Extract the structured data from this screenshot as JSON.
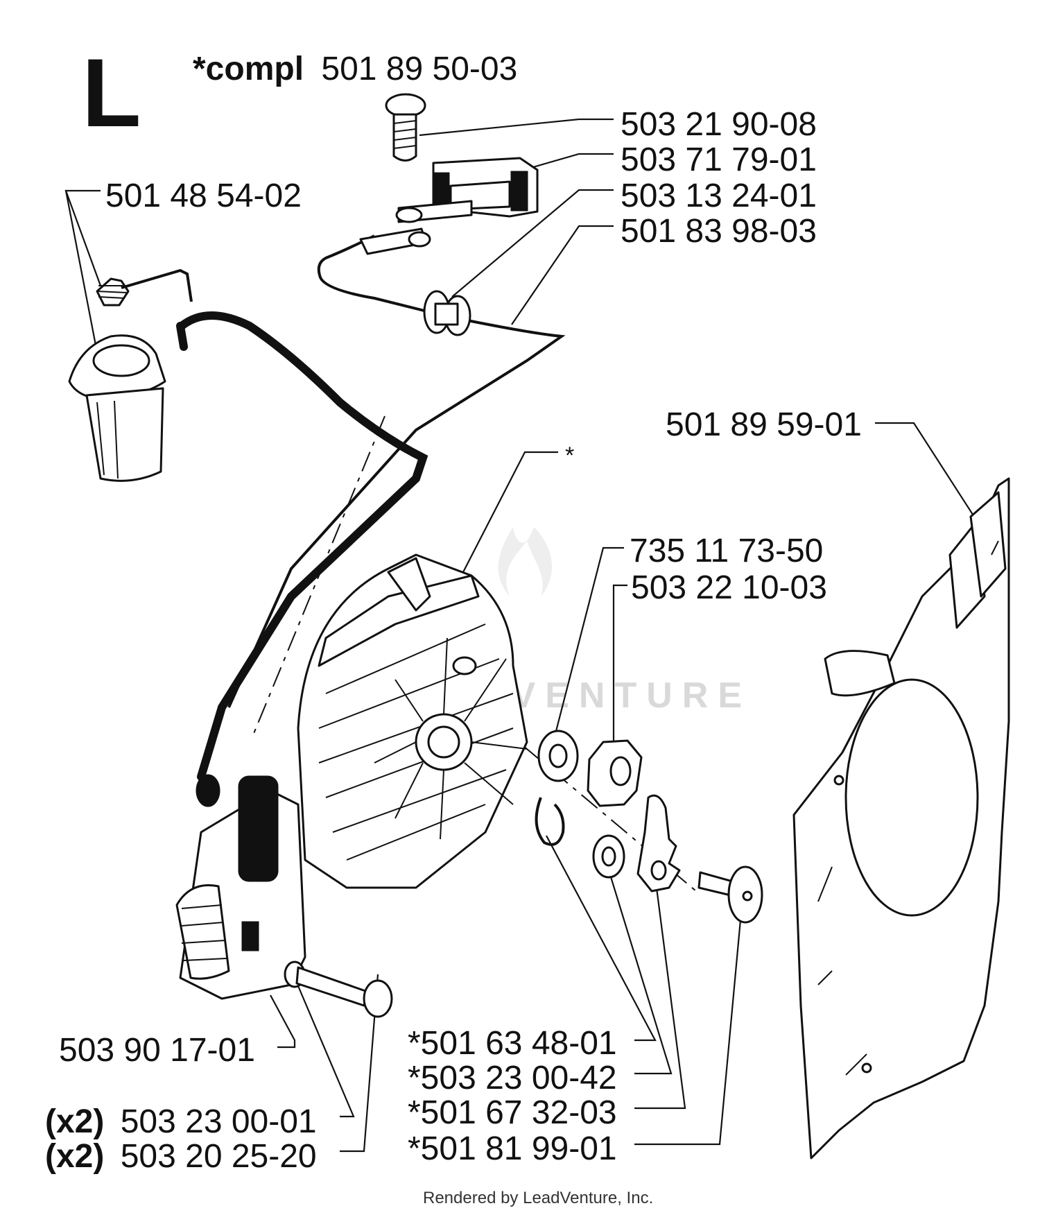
{
  "section": {
    "letter": "L"
  },
  "assembly": {
    "prefix": "*compl",
    "part_number": "501 89 50-03"
  },
  "labels": {
    "screw_top": "503 21 90-08",
    "switch": "503 71 79-01",
    "grommet": "503 13 24-01",
    "stop_wire": "501 83 98-03",
    "spark_plug_cap": "501 48 54-02",
    "starter_housing": "501 89 59-01",
    "flywheel": "*",
    "washer": "735 11 73-50",
    "nut": "503 22 10-03",
    "ignition_module": "503 90 17-01",
    "screw_module_qty": "(x2)",
    "screw_module": "503 23 00-01",
    "washer_module_qty": "(x2)",
    "washer_module": "503 20 25-20",
    "spring": "*501 63 48-01",
    "pawl_washer": "*503 23 00-42",
    "pawl": "*501 67 32-03",
    "pawl_screw": "*501 81 99-01"
  },
  "watermark": "LEADVENTURE",
  "footer": "Rendered by LeadVenture, Inc.",
  "icons": [
    "spark-plug-cap-icon",
    "ignition-module-icon",
    "flywheel-icon",
    "switch-icon",
    "starter-housing-icon"
  ],
  "colors": {
    "ink": "#111111",
    "paper": "#ffffff",
    "watermark": "#d9d9d9"
  }
}
